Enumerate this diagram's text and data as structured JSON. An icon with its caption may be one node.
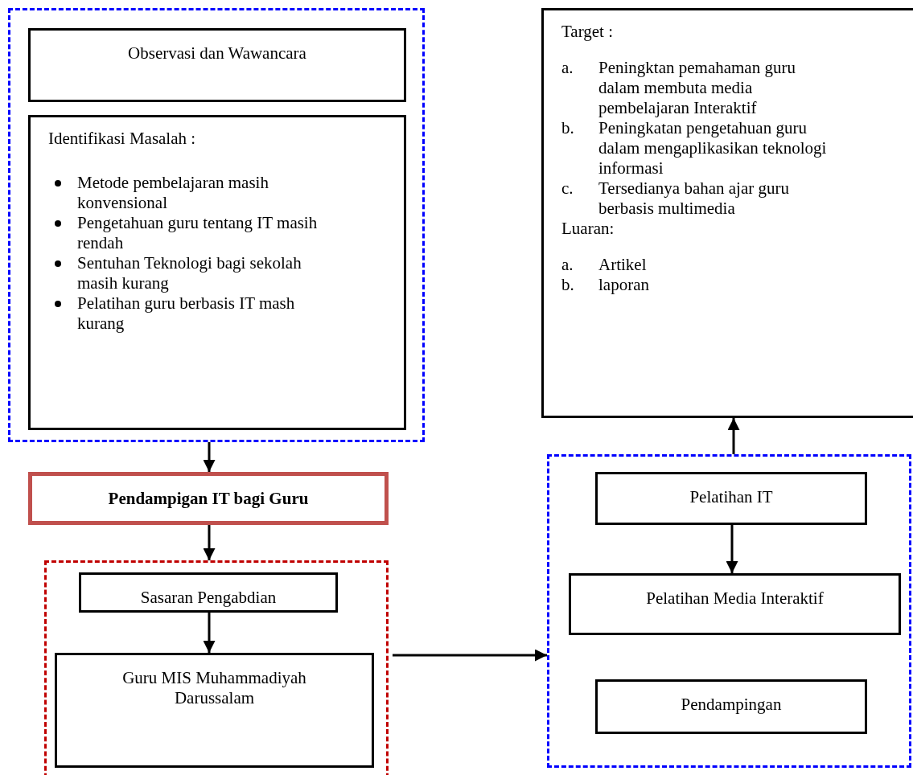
{
  "diagram": {
    "nodes": [
      {
        "text": [],
        "shape": "box"
      },
      {
        "text": [
          "Observasi dan Wawancara"
        ],
        "in": 0
      },
      {
        "text": [
          "Identifikasi Masalah :",
          "Metode pembelajaran masih konvensional",
          "Pengetahuan guru tentang IT masih rendah",
          "Sentuhan Teknologi bagi sekolah masih kurang",
          "Pelatihan guru berbasis IT mash kurang"
        ],
        "in": 0
      },
      {
        "text": [
          "Pendampigan IT bagi Guru"
        ]
      },
      {
        "text": [],
        "shape": "box"
      },
      {
        "text": [
          "Sasaran Pengabdian"
        ],
        "in": 4
      },
      {
        "text": [
          "Guru MIS Muhammadiyah Darussalam"
        ],
        "in": 4
      },
      {
        "text": [
          "Target :",
          "a. Peningktan pemahaman guru dalam membuta media pembelajaran Interaktif",
          "b. Peningkatan pengetahuan guru dalam mengaplikasikan teknologi informasi",
          "c. Tersedianya bahan ajar guru berbasis multimedia",
          "Luaran:",
          "a. Artikel",
          "b. laporan"
        ]
      },
      {
        "text": [],
        "shape": "box"
      },
      {
        "text": [
          "Pelatihan IT"
        ],
        "in": 8
      },
      {
        "text": [
          "Pelatihan Media Interaktif"
        ],
        "in": 8
      },
      {
        "text": [
          "Pendampingan"
        ],
        "in": 8
      }
    ],
    "edges": [
      {
        "from": 0,
        "to": 3,
        "arrow": "to"
      },
      {
        "from": 3,
        "to": 4,
        "arrow": "to"
      },
      {
        "from": 5,
        "to": 6,
        "arrow": "to"
      },
      {
        "from": 4,
        "to": 8,
        "arrow": "to"
      },
      {
        "from": 8,
        "to": 7,
        "arrow": "to"
      },
      {
        "from": 9,
        "to": 10,
        "arrow": "to"
      }
    ]
  }
}
